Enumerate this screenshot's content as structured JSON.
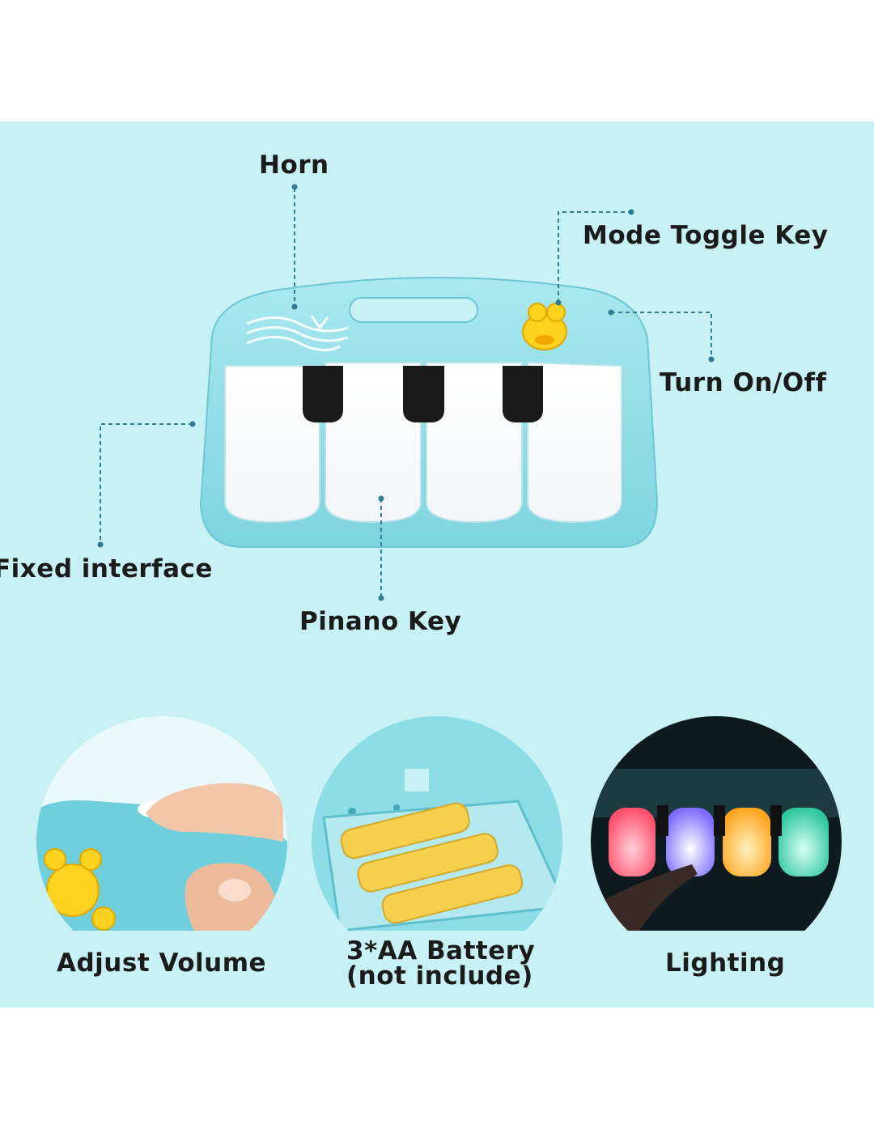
{
  "callouts": {
    "horn": "Horn",
    "mode_toggle": "Mode Toggle Key",
    "power": "Turn On/Off",
    "fixed_interface": "Fixed interface",
    "piano_key": "Pinano Key"
  },
  "features": {
    "volume": "Adjust Volume",
    "battery_line1": "3*AA Battery",
    "battery_line2": "(not include)",
    "lighting": "Lighting"
  },
  "colors": {
    "background": "#c8f1f5",
    "toy_body": "#8ddde6",
    "leader_line": "#2e7d95",
    "key_glow": [
      "#ff4f6b",
      "#7d6dff",
      "#ffb52e",
      "#2ed1a8"
    ]
  }
}
